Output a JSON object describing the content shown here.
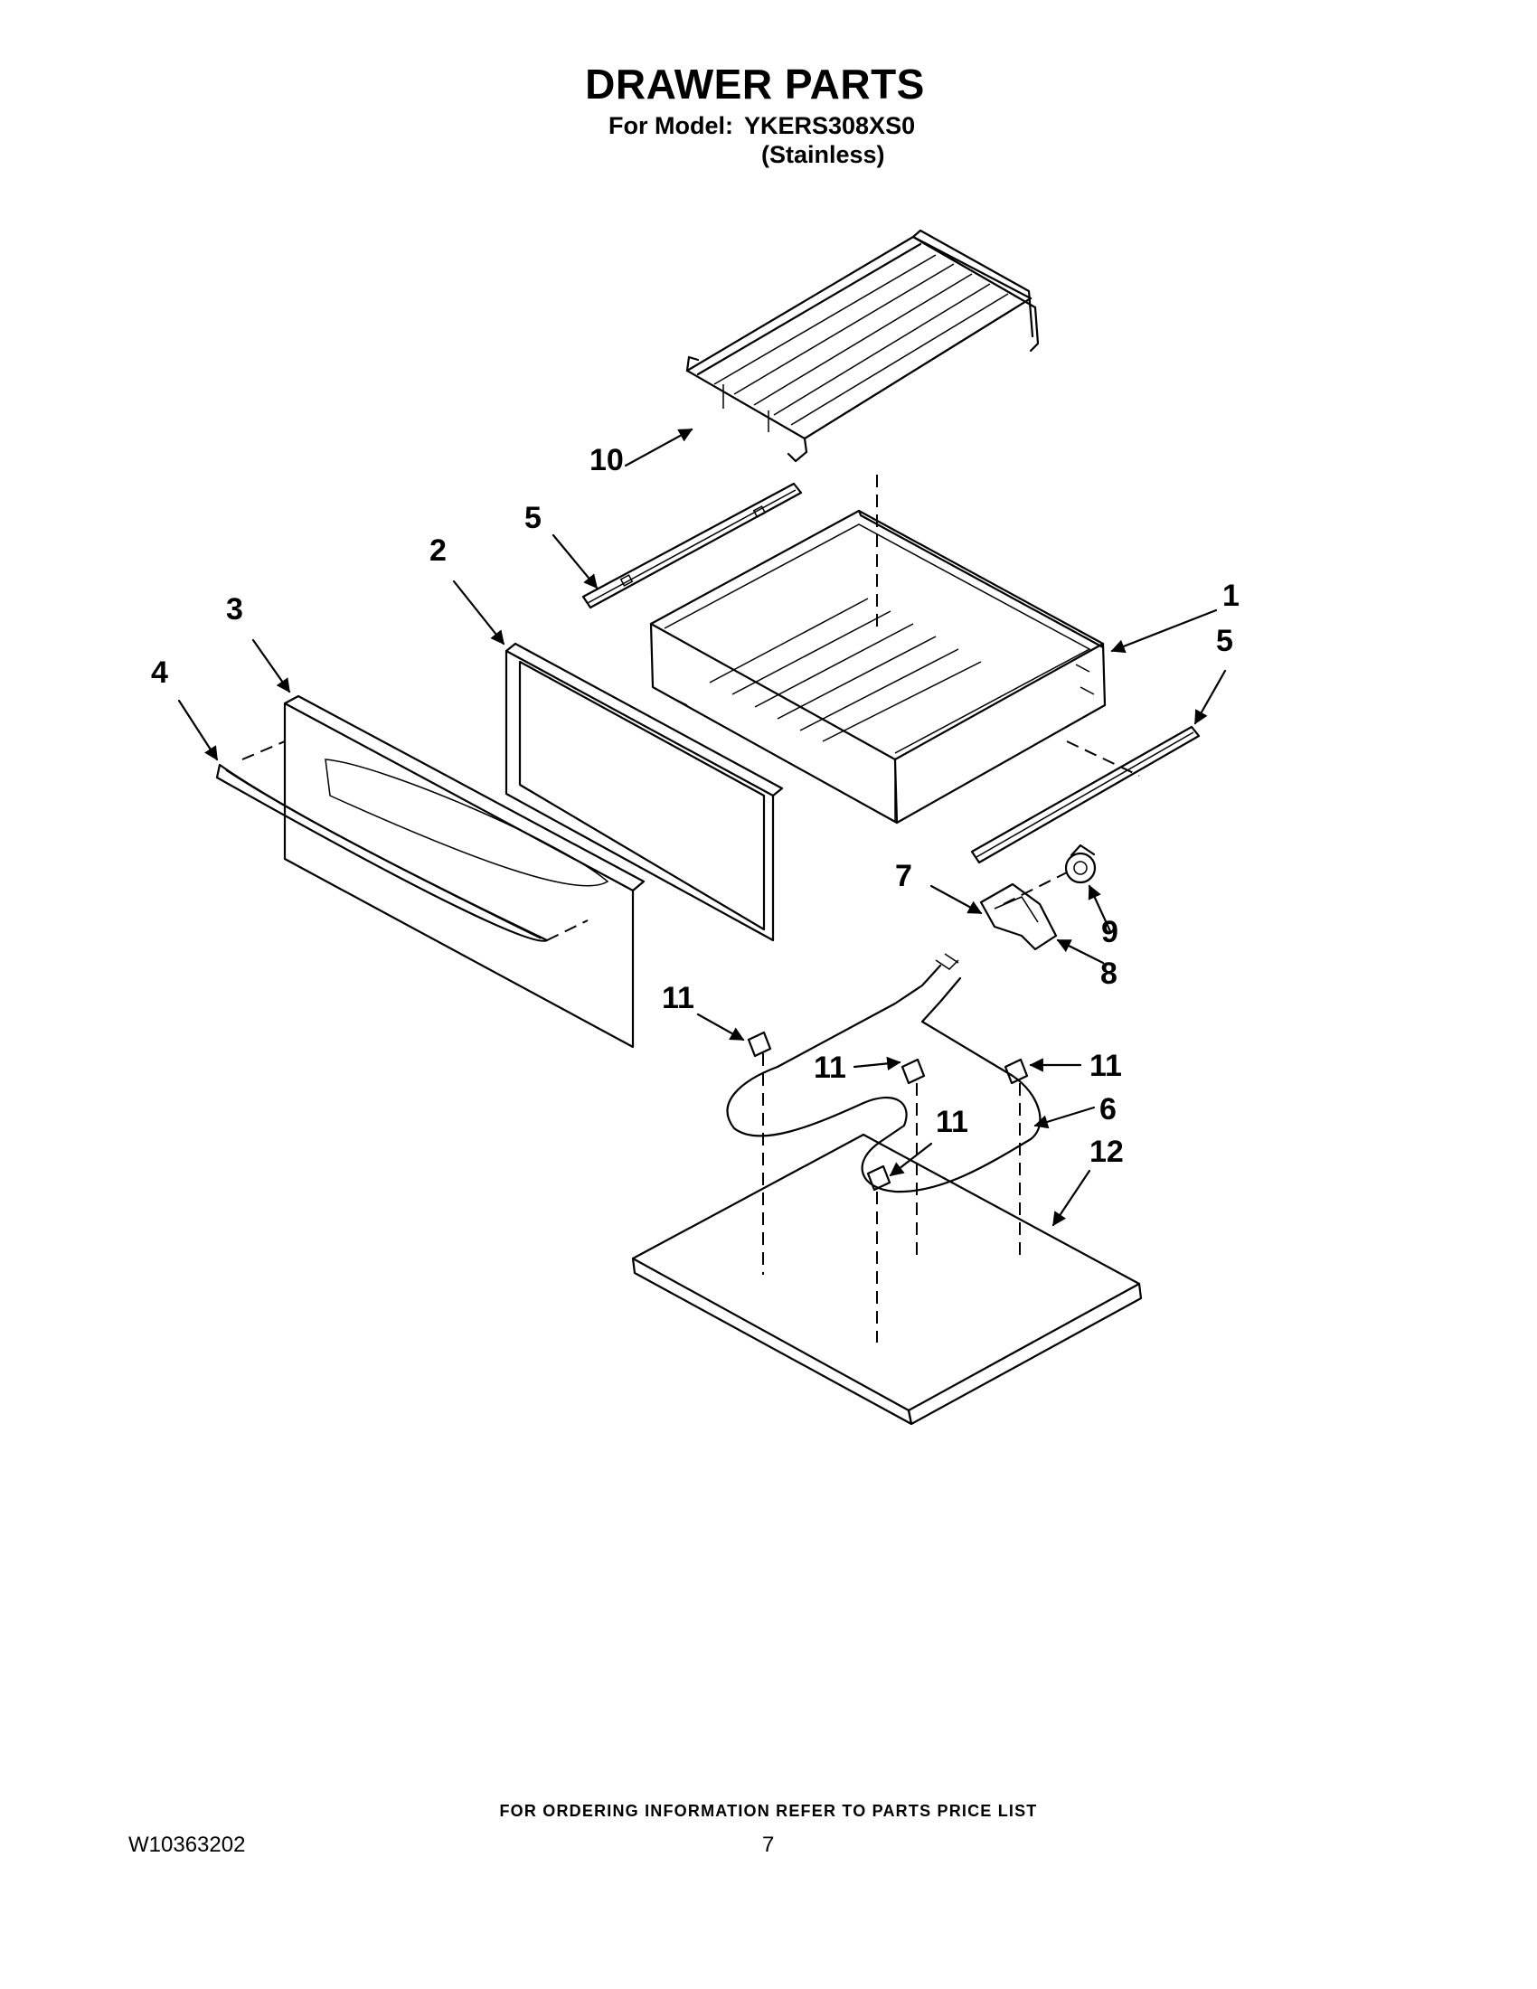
{
  "header": {
    "title": "DRAWER PARTS",
    "model_label": "For Model:",
    "model_number": "YKERS308XS0",
    "finish": "(Stainless)"
  },
  "callouts": {
    "c1": "1",
    "c2": "2",
    "c3": "3",
    "c4": "4",
    "c5a": "5",
    "c5b": "5",
    "c6": "6",
    "c7": "7",
    "c8": "8",
    "c9": "9",
    "c10": "10",
    "c11a": "11",
    "c11b": "11",
    "c11c": "11",
    "c11d": "11",
    "c12": "12"
  },
  "footer": {
    "note": "FOR ORDERING INFORMATION REFER TO PARTS PRICE LIST",
    "doc_number": "W10363202",
    "page_number": "7"
  }
}
